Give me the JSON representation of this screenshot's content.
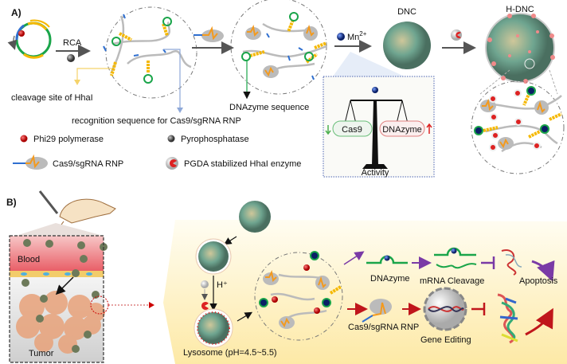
{
  "panel_a": {
    "label": "A)",
    "rca": "RCA",
    "mn": "Mn",
    "mn_sup": "2+",
    "dnc": "DNC",
    "hdnc": "H-DNC",
    "cleavage_site": "cleavage site of HhaI",
    "recognition": "recognition sequence for Cas9/sgRNA RNP",
    "dnazyme_seq": "DNAzyme sequence",
    "balance": {
      "left": "Cas9",
      "right": "DNAzyme",
      "caption": "Activity"
    },
    "legend": [
      {
        "icon": "red-sphere-icon",
        "label": "Phi29 polymerase"
      },
      {
        "icon": "gray-sphere-icon",
        "label": "Pyrophosphatase"
      },
      {
        "icon": "rnp-icon",
        "label": "Cas9/sgRNA RNP"
      },
      {
        "icon": "enzyme-pacman-icon",
        "label": "PGDA stabilized HhaI enzyme"
      }
    ]
  },
  "panel_b": {
    "label": "B)",
    "blood": "Blood",
    "tumor": "Tumor",
    "h_plus": "H⁺",
    "lysosome": "Lysosome (pH=4.5~5.5)",
    "dnazyme": "DNAzyme",
    "mrna_cleavage": "mRNA Cleavage",
    "apoptosis": "Apoptosis",
    "rnp": "Cas9/sgRNA RNP",
    "gene_editing": "Gene Editing"
  },
  "colors": {
    "yellow": "#f5b800",
    "green": "#1aa54a",
    "blue": "#2f6fd0",
    "orange": "#f39a1e",
    "red": "#c0161b",
    "purple": "#7a3aa6",
    "gray": "#9a9a9a"
  }
}
